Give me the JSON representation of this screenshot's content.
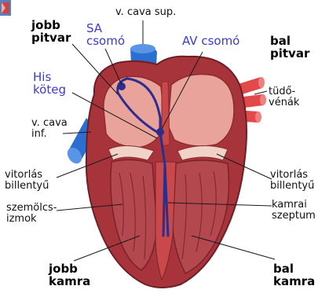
{
  "labels": {
    "jobb_pitvar": [
      "jobb",
      "pitvar"
    ],
    "sa_csomo": [
      "SA",
      "csomó"
    ],
    "v_cava_sup": "v. cava sup.",
    "av_csomo": "AV csomó",
    "bal_pitvar": [
      "bal",
      "pitvar"
    ],
    "his_koteg": [
      "His",
      "köteg"
    ],
    "tudovenak": [
      "tüdő-",
      "vénák"
    ],
    "v_cava_inf": [
      "v. cava",
      "inf."
    ],
    "vitorlas_billentyu_left": [
      "vitorlás",
      "billentyű"
    ],
    "vitorlas_billentyu_right": [
      "vitorlás",
      "billentyű"
    ],
    "szemolcs_izmok": [
      "szemölcs-",
      "izmok"
    ],
    "kamrai_szeptum": [
      "kamrai",
      "szeptum"
    ],
    "jobb_kamra": [
      "jobb",
      "kamra"
    ],
    "bal_kamra": [
      "bal",
      "kamra"
    ]
  },
  "colors": {
    "label_blue": "#3a3ad6",
    "label_black": "#111111",
    "vena_cava": "#2b6fd1",
    "pulmonary_veins": "#e24a4a",
    "myocardium": "#c9484a",
    "myocardium_dark": "#8e2a32",
    "atrium_inner": "#e9a39a",
    "ventricle_inner": "#b3484e",
    "conduction_path": "#2d2d8e"
  }
}
